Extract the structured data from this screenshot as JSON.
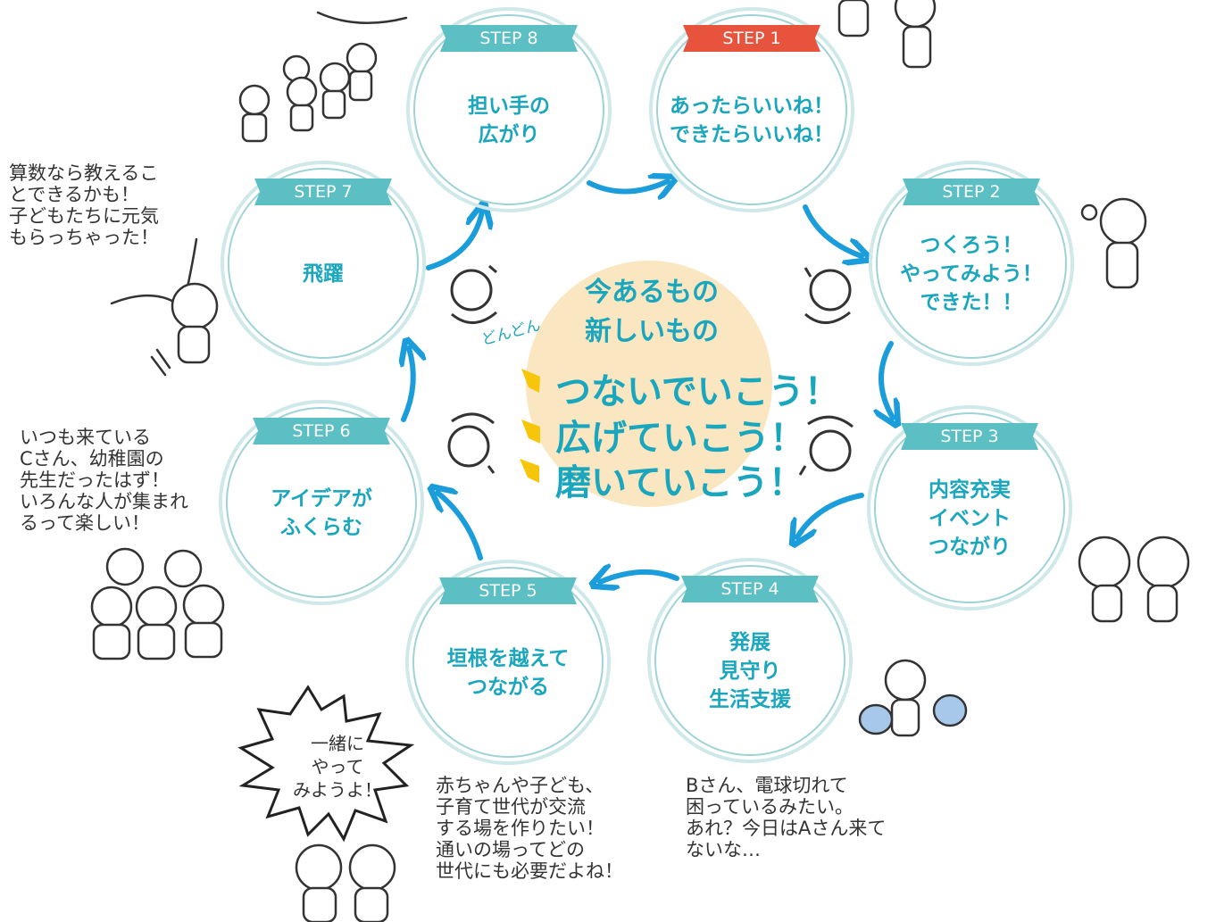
{
  "steps": [
    {
      "id": "step1",
      "label": "STEP 1",
      "text": "あったらいいね！\nできたらいいね！",
      "color": "#e8533d"
    },
    {
      "id": "step2",
      "label": "STEP 2",
      "text": "つくろう！\nやってみよう！\nできた！！",
      "color": "#5bbfc4"
    },
    {
      "id": "step3",
      "label": "STEP 3",
      "text": "内容充実\nイベント\nつながり",
      "color": "#5bbfc4"
    },
    {
      "id": "step4",
      "label": "STEP 4",
      "text": "発展\n見守り\n生活支援",
      "color": "#5bbfc4"
    },
    {
      "id": "step5",
      "label": "STEP 5",
      "text": "垣根を越えて\nつながる",
      "color": "#5bbfc4"
    },
    {
      "id": "step6",
      "label": "STEP 6",
      "text": "アイデアが\nふくらむ",
      "color": "#5bbfc4"
    },
    {
      "id": "step7",
      "label": "STEP 7",
      "text": "飛躍",
      "color": "#5bbfc4"
    },
    {
      "id": "step8",
      "label": "STEP 8",
      "text": "担い手の\n広がり",
      "color": "#5bbfc4"
    }
  ],
  "center": {
    "line1": "今あるもの",
    "line2": "新しいもの",
    "aside": "どんどん",
    "slogans": [
      "つないでいこう！",
      "広げていこう！",
      "磨いていこう！"
    ]
  },
  "notes": {
    "step7_quote": "算数なら教えるこ\nとできるかも！\n子どもたちに元気\nもらっちゃった！",
    "step6_quote": "いつも来ている\nCさん、幼稚園の\n先生だったはず！\nいろんな人が集まれ\nるって楽しい！",
    "step5_quote": "赤ちゃんや子ども、\n子育て世代が交流\nする場を作りたい！\n通いの場ってどの\n世代にも必要だよね！",
    "step4_quote": "Bさん、電球切れて\n困っているみたい。\nあれ？今日はAさん来て\nないな…",
    "burst": "一緒に\nやって\nみようよ！"
  },
  "colors": {
    "accent": "#1aa6bd",
    "tab": "#5bbfc4",
    "tab_highlight": "#e8533d",
    "ring": "#cfe8ea",
    "center_circle": "#fbe6c2",
    "sparkle": "#f7c60a",
    "arrow": "#1c9ddb"
  }
}
